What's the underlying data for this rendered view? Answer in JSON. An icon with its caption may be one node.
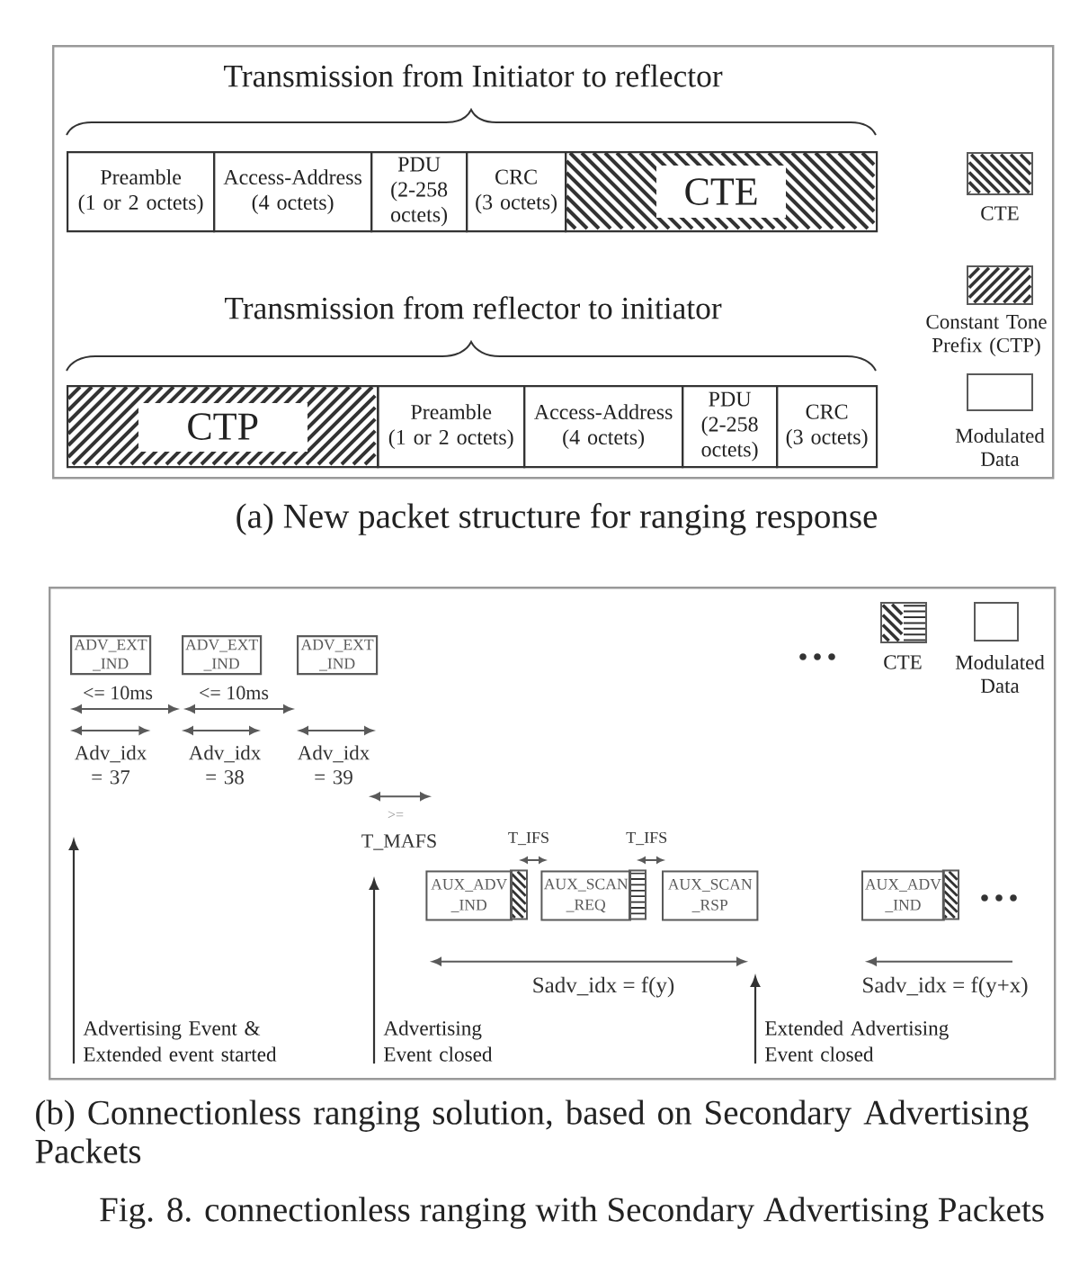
{
  "diagram": {
    "caption": "Fig. 8. connectionless ranging with Secondary Advertising Packets",
    "nodes": [
      {
        "text": [],
        "shape": "box"
      },
      {
        "text": [
          "Preamble",
          "(1 or 2 octets)"
        ],
        "in": 0
      },
      {
        "text": [
          "Access-Address",
          "(4 octets)"
        ],
        "in": 0
      },
      {
        "text": [
          "PDU",
          "(2-258 octets)"
        ],
        "in": 0
      },
      {
        "text": [
          "CRC",
          "(3 octets)"
        ],
        "in": 0
      },
      {
        "text": [
          "CTE"
        ],
        "in": 0
      },
      {
        "text": [
          "CTP"
        ],
        "in": 0
      },
      {
        "text": [
          "Preamble",
          "(1 or 2 octets)"
        ],
        "in": 0
      },
      {
        "text": [
          "Access-Address",
          "(4 octets)"
        ],
        "in": 0
      },
      {
        "text": [
          "PDU",
          "(2-258 octets)"
        ],
        "in": 0
      },
      {
        "text": [
          "CRC",
          "(3 octets)"
        ],
        "in": 0
      },
      {
        "text": [],
        "shape": "box"
      },
      {
        "text": [
          "ADV_EXT _IND"
        ],
        "in": 11
      },
      {
        "text": [
          "ADV_EXT _IND"
        ],
        "in": 11
      },
      {
        "text": [
          "ADV_EXT _IND"
        ],
        "in": 11
      },
      {
        "text": [
          "AUX_ADV _IND"
        ],
        "in": 11
      },
      {
        "text": [
          "AUX_SCAN _REQ"
        ],
        "in": 11
      },
      {
        "text": [
          "AUX_SCAN _RSP"
        ],
        "in": 11
      },
      {
        "text": [
          "AUX_ADV _IND"
        ],
        "in": 11
      },
      {
        "text": [
          "Advertising Event & Extended event started"
        ],
        "in": 11
      },
      {
        "text": [
          "Advertising Event closed"
        ],
        "in": 11
      },
      {
        "text": [
          "Extended Advertising Event closed"
        ],
        "in": 11
      }
    ],
    "edges": [
      {
        "from": 19,
        "to": null,
        "arrow": "to"
      },
      {
        "from": 20,
        "to": null,
        "arrow": "to"
      },
      {
        "from": 21,
        "to": null,
        "arrow": "to"
      }
    ],
    "labels": [
      "Transmission from Initiator to reflector",
      "Transmission from reflector to initiator",
      "(a) New packet structure for ranging response",
      "<= 10ms",
      "<= 10ms",
      "Adv_idx = 37",
      "Adv_idx = 38",
      "Adv_idx = 39",
      ">=",
      "T_MAFS",
      "T_IFS",
      "T_IFS",
      "Sadv_idx = f(y)",
      "Sadv_idx = f(y+x)",
      "(b) Connectionless ranging solution, based on Secondary Advertising Packets"
    ],
    "legend": [
      {
        "text": "CTE"
      },
      {
        "text": "Constant Tone Prefix (CTP)"
      },
      {
        "text": "Modulated Data"
      },
      {
        "text": "CTE"
      },
      {
        "text": "Modulated Data"
      }
    ]
  }
}
